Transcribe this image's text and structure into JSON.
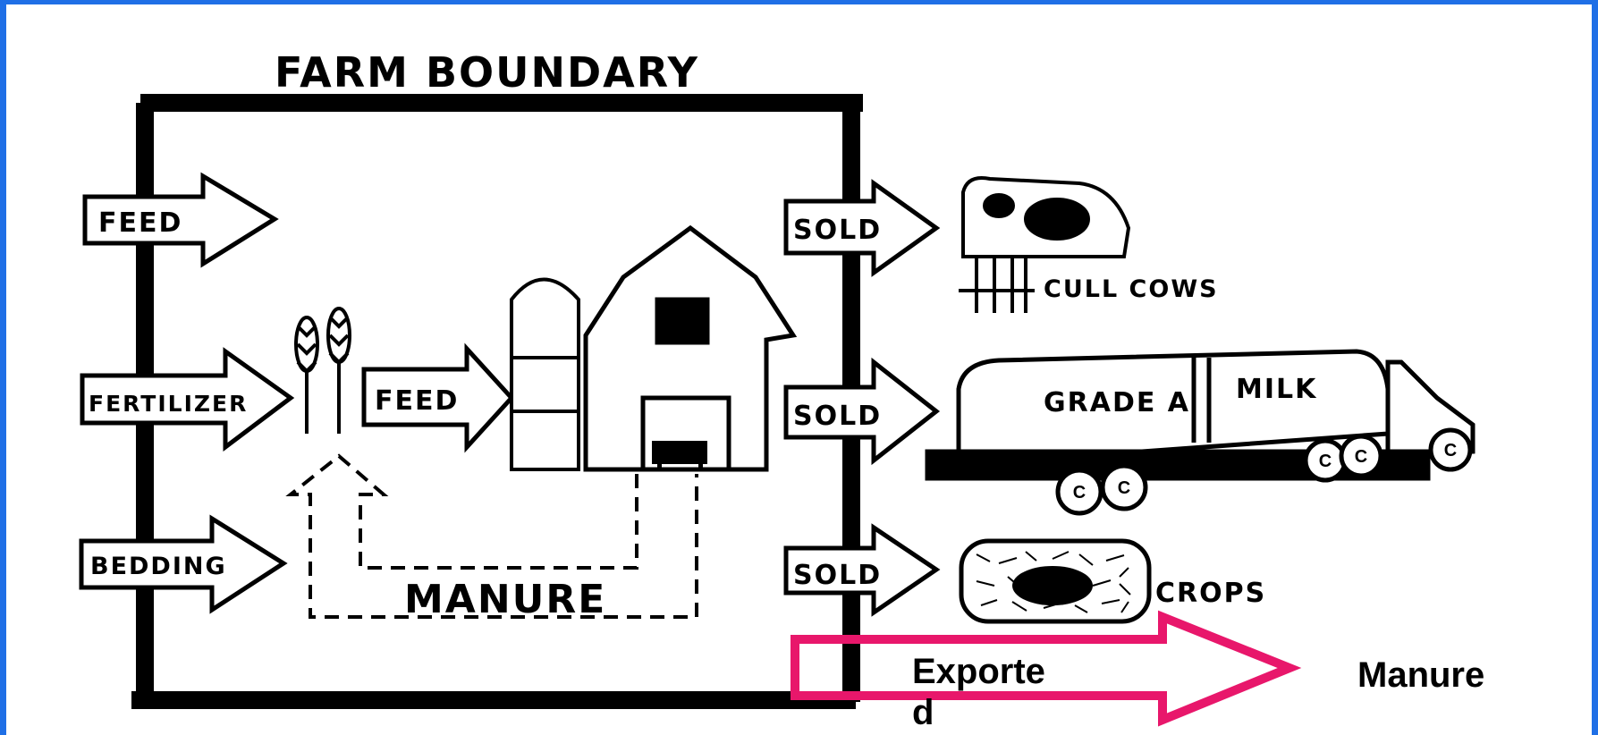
{
  "diagram": {
    "title": "FARM BOUNDARY",
    "inputs": [
      "FEED",
      "FERTILIZER",
      "BEDDING"
    ],
    "internal": {
      "feed_label": "FEED",
      "manure_label": "MANURE"
    },
    "outputs": [
      {
        "arrow": "SOLD",
        "item": "CULL COWS"
      },
      {
        "arrow": "SOLD",
        "item": "GRADE A",
        "item2": "MILK"
      },
      {
        "arrow": "SOLD",
        "item": "CROPS"
      }
    ],
    "export": {
      "arrow_label_line1": "Exporte",
      "arrow_label_line2": "d",
      "target": "Manure",
      "color": "#e8176b"
    },
    "colors": {
      "frame": "#1f6fe6",
      "ink": "#000000"
    }
  }
}
